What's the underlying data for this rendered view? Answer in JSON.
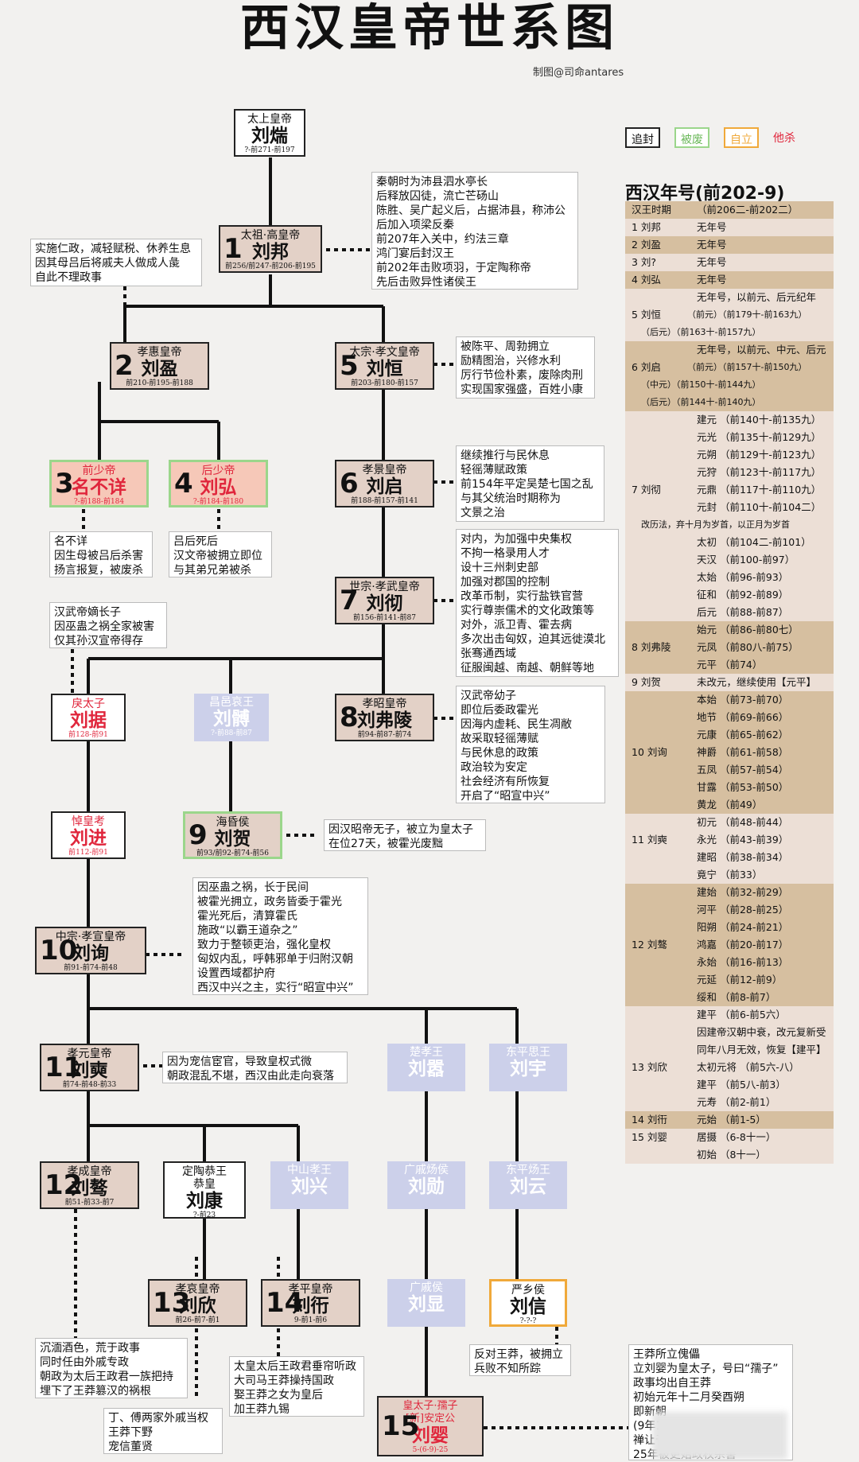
{
  "title": "西汉皇帝世系图",
  "credit": "制图@司命antares",
  "legend": {
    "posthumous": "追封",
    "deposed": "被废",
    "self": "自立",
    "killed": "他杀"
  },
  "colors": {
    "emperor": "#e3d1c7",
    "deposed_border": "#9bd68b",
    "self_border": "#f0a93a",
    "killed": "#e0263c",
    "ghost": "#ccd0ea"
  },
  "nodes": {
    "taishang": {
      "title": "太上皇帝",
      "name": "刘煓",
      "dates": "?-前271-前197"
    },
    "n1": {
      "num": "1",
      "title": "太祖·高皇帝",
      "name": "刘邦",
      "dates": "前256/前247-前206-前195"
    },
    "n2": {
      "num": "2",
      "title": "孝惠皇帝",
      "name": "刘盈",
      "dates": "前210-前195-前188"
    },
    "n5": {
      "num": "5",
      "title": "太宗·孝文皇帝",
      "name": "刘恒",
      "dates": "前203-前180-前157"
    },
    "n3": {
      "num": "3",
      "title": "前少帝",
      "name": "名不详",
      "dates": "?-前188-前184"
    },
    "n4": {
      "num": "4",
      "title": "后少帝",
      "name": "刘弘",
      "dates": "?-前184-前180"
    },
    "n6": {
      "num": "6",
      "title": "孝景皇帝",
      "name": "刘启",
      "dates": "前188-前157-前141"
    },
    "n7": {
      "num": "7",
      "title": "世宗·孝武皇帝",
      "name": "刘彻",
      "dates": "前156-前141-前87"
    },
    "lijuzi": {
      "title": "戾太子",
      "name": "刘据",
      "dates": "前128-前91"
    },
    "changyi": {
      "title": "昌邑哀王",
      "name": "刘髆",
      "dates": "?-前88-前87"
    },
    "n8": {
      "num": "8",
      "title": "孝昭皇帝",
      "name": "刘弗陵",
      "dates": "前94-前87-前74"
    },
    "daohuang": {
      "title": "悼皇考",
      "name": "刘进",
      "dates": "前112-前91"
    },
    "n9": {
      "num": "9",
      "title": "海昏侯",
      "name": "刘贺",
      "dates": "前93/前92-前74-前56"
    },
    "n10": {
      "num": "10",
      "title": "中宗·孝宣皇帝",
      "name": "刘询",
      "dates": "前91-前74-前48"
    },
    "n11": {
      "num": "11",
      "title": "孝元皇帝",
      "name": "刘奭",
      "dates": "前74-前48-前33"
    },
    "chuxiao": {
      "title": "楚孝王",
      "name": "刘嚣",
      "dates": ""
    },
    "dongping": {
      "title": "东平思王",
      "name": "刘宇",
      "dates": ""
    },
    "n12": {
      "num": "12",
      "title": "孝成皇帝",
      "name": "刘骜",
      "dates": "前51-前33-前7"
    },
    "dingtao": {
      "title": "定陶恭王\n恭皇",
      "name": "刘康",
      "dates": "?-前23"
    },
    "zhongshan": {
      "title": "中山孝王",
      "name": "刘兴",
      "dates": ""
    },
    "guangqi": {
      "title": "广戚炀侯",
      "name": "刘勋",
      "dates": ""
    },
    "dongpingyang": {
      "title": "东平炀王",
      "name": "刘云",
      "dates": ""
    },
    "n13": {
      "num": "13",
      "title": "孝哀皇帝",
      "name": "刘欣",
      "dates": "前26-前7-前1"
    },
    "n14": {
      "num": "14",
      "title": "孝平皇帝",
      "name": "刘衎",
      "dates": "9-前1-前6"
    },
    "guangqihou": {
      "title": "广戚侯",
      "name": "刘显",
      "dates": ""
    },
    "yanxiang": {
      "title": "严乡侯",
      "name": "刘信",
      "dates": "?-?-?"
    },
    "n15": {
      "num": "15",
      "title": "皇太子·孺子\n[新]安定公",
      "name": "刘婴",
      "dates": "5-(6-9)-25"
    }
  },
  "notes": {
    "n1": "秦朝时为沛县泗水亭长\n后释放囚徒，流亡芒砀山\n陈胜、吴广起义后，占据沛县，称沛公\n后加入项梁反秦\n前207年入关中，约法三章\n鸿门宴后封汉王\n前202年击败项羽，于定陶称帝\n先后击败异性诸侯王",
    "n2": "实施仁政，减轻赋税、休养生息\n因其母吕后将戚夫人做成人彘\n自此不理政事",
    "n5": "被陈平、周勃拥立\n励精图治，兴修水利\n厉行节俭朴素，废除肉刑\n实现国家强盛，百姓小康",
    "n6": "继续推行与民休息\n轻徭薄赋政策\n前154年平定吴楚七国之乱\n与其父统治时期称为\n文景之治",
    "n3": "名不详\n因生母被吕后杀害\n扬言报复，被废杀",
    "n4": "吕后死后\n汉文帝被拥立即位\n与其弟兄弟被杀",
    "n7": "对内，为加强中央集权\n不拘一格录用人才\n设十三州刺史部\n加强对郡国的控制\n改革币制，实行盐铁官营\n实行尊崇儒术的文化政策等\n对外，派卫青、霍去病\n多次出击匈奴，迫其远徙漠北\n张骞通西域\n征服闽越、南越、朝鲜等地",
    "lijuzi": "汉武帝嫡长子\n因巫蛊之祸全家被害\n仅其孙汉宣帝得存",
    "n8": "汉武帝幼子\n即位后委政霍光\n因海内虚耗、民生凋敝\n故采取轻徭薄赋\n与民休息的政策\n政治较为安定\n社会经济有所恢复\n开启了“昭宣中兴”",
    "n9": "因汉昭帝无子，被立为皇太子\n在位27天，被霍光废黜",
    "n10": "因巫蛊之祸，长于民间\n被霍光拥立，政务皆委于霍光\n霍光死后，清算霍氏\n施政“以霸王道杂之”\n致力于整顿吏治，强化皇权\n匈奴内乱，呼韩邪单于归附汉朝\n设置西域都护府\n西汉中兴之主，实行“昭宣中兴”",
    "n11": "因为宠信宦官，导致皇权式微\n朝政混乱不堪，西汉由此走向衰落",
    "n12": "沉湎酒色，荒于政事\n同时任由外戚专政\n朝政为太后王政君一族把持\n埋下了王莽篡汉的祸根",
    "n13": "丁、傅两家外戚当权\n王莽下野\n宠信董贤",
    "n14": "太皇太后王政君垂帘听政\n大司马王莽操持国政\n娶王莽之女为皇后\n加王莽九锡",
    "yanxiang": "反对王莽，被拥立\n兵败不知所踪",
    "n15": "王莽所立傀儡\n立刘婴为皇太子，号曰“孺子”\n政事均出自王莽\n初始元年十二月癸酉朔\n即新朝\n(9年1\n禅让于王莽\n25年被更始政权杀害"
  },
  "reign": {
    "title": "西汉年号(前202-9)",
    "rows": [
      {
        "k": "汉王时期",
        "v": "（前206二-前202二）",
        "shade": "dark"
      },
      {
        "k": "1 刘邦",
        "v": "无年号",
        "shade": "light"
      },
      {
        "k": "2 刘盈",
        "v": "无年号",
        "shade": "dark"
      },
      {
        "k": "3 刘?",
        "v": "无年号",
        "shade": "light"
      },
      {
        "k": "4 刘弘",
        "v": "无年号",
        "shade": "dark"
      },
      {
        "k": "",
        "v": "无年号，以前元、后元纪年",
        "shade": "light"
      },
      {
        "k": "5 刘恒",
        "v": "（前元）（前179十-前163九）",
        "shade": "light"
      },
      {
        "k": "",
        "v": "（后元）（前163十-前157九）",
        "shade": "light"
      },
      {
        "k": "",
        "v": "无年号，以前元、中元、后元纪年",
        "shade": "dark"
      },
      {
        "k": "6 刘启",
        "v": "（前元）（前157十-前150九）",
        "shade": "dark"
      },
      {
        "k": "",
        "v": "（中元）（前150十-前144九）",
        "shade": "dark"
      },
      {
        "k": "",
        "v": "（后元）（前144十-前140九）",
        "shade": "dark"
      },
      {
        "k": "",
        "v": "建元 （前140十-前135九）",
        "shade": "light"
      },
      {
        "k": "",
        "v": "元光 （前135十-前129九）",
        "shade": "light"
      },
      {
        "k": "",
        "v": "元朔 （前129十-前123九）",
        "shade": "light"
      },
      {
        "k": "",
        "v": "元狩 （前123十-前117九）",
        "shade": "light"
      },
      {
        "k": "7 刘彻",
        "v": "元鼎 （前117十-前110九）",
        "shade": "light"
      },
      {
        "k": "",
        "v": "元封 （前110十-前104二）",
        "shade": "light"
      },
      {
        "k": "",
        "v": "改历法，弃十月为岁首，以正月为岁首",
        "shade": "light"
      },
      {
        "k": "",
        "v": "太初 （前104二-前101）",
        "shade": "light"
      },
      {
        "k": "",
        "v": "天汉 （前100-前97）",
        "shade": "light"
      },
      {
        "k": "",
        "v": "太始 （前96-前93）",
        "shade": "light"
      },
      {
        "k": "",
        "v": "征和 （前92-前89）",
        "shade": "light"
      },
      {
        "k": "",
        "v": "后元 （前88-前87）",
        "shade": "light"
      },
      {
        "k": "",
        "v": "始元 （前86-前80七）",
        "shade": "dark"
      },
      {
        "k": "8 刘弗陵",
        "v": "元凤 （前80八-前75）",
        "shade": "dark"
      },
      {
        "k": "",
        "v": "元平 （前74）",
        "shade": "dark"
      },
      {
        "k": "9 刘贺",
        "v": "未改元，继续使用【元平】",
        "shade": "light"
      },
      {
        "k": "",
        "v": "本始 （前73-前70）",
        "shade": "dark"
      },
      {
        "k": "",
        "v": "地节 （前69-前66）",
        "shade": "dark"
      },
      {
        "k": "",
        "v": "元康 （前65-前62）",
        "shade": "dark"
      },
      {
        "k": "10 刘询",
        "v": "神爵 （前61-前58）",
        "shade": "dark"
      },
      {
        "k": "",
        "v": "五凤 （前57-前54）",
        "shade": "dark"
      },
      {
        "k": "",
        "v": "甘露 （前53-前50）",
        "shade": "dark"
      },
      {
        "k": "",
        "v": "黄龙 （前49）",
        "shade": "dark"
      },
      {
        "k": "",
        "v": "初元 （前48-前44）",
        "shade": "light"
      },
      {
        "k": "11 刘奭",
        "v": "永光 （前43-前39）",
        "shade": "light"
      },
      {
        "k": "",
        "v": "建昭 （前38-前34）",
        "shade": "light"
      },
      {
        "k": "",
        "v": "竟宁 （前33）",
        "shade": "light"
      },
      {
        "k": "",
        "v": "建始 （前32-前29）",
        "shade": "dark"
      },
      {
        "k": "",
        "v": "河平 （前28-前25）",
        "shade": "dark"
      },
      {
        "k": "",
        "v": "阳朔 （前24-前21）",
        "shade": "dark"
      },
      {
        "k": "12 刘骜",
        "v": "鸿嘉 （前20-前17）",
        "shade": "dark"
      },
      {
        "k": "",
        "v": "永始 （前16-前13）",
        "shade": "dark"
      },
      {
        "k": "",
        "v": "元延 （前12-前9）",
        "shade": "dark"
      },
      {
        "k": "",
        "v": "绥和 （前8-前7）",
        "shade": "dark"
      },
      {
        "k": "",
        "v": "建平 （前6-前5六）",
        "shade": "light"
      },
      {
        "k": "",
        "v": "因建帝汉朝中衰，改元复新受命",
        "shade": "light"
      },
      {
        "k": "",
        "v": "同年八月无效，恢复【建平】年号",
        "shade": "light"
      },
      {
        "k": "13 刘欣",
        "v": "太初元将 （前5六-八）",
        "shade": "light"
      },
      {
        "k": "",
        "v": "建平 （前5八-前3）",
        "shade": "light"
      },
      {
        "k": "",
        "v": "元寿 （前2-前1）",
        "shade": "light"
      },
      {
        "k": "14 刘衎",
        "v": "元始 （前1-5）",
        "shade": "dark"
      },
      {
        "k": "15 刘婴",
        "v": "居摄 （6-8十一）",
        "shade": "light"
      },
      {
        "k": "",
        "v": "初始 （8十一）",
        "shade": "light"
      }
    ]
  }
}
